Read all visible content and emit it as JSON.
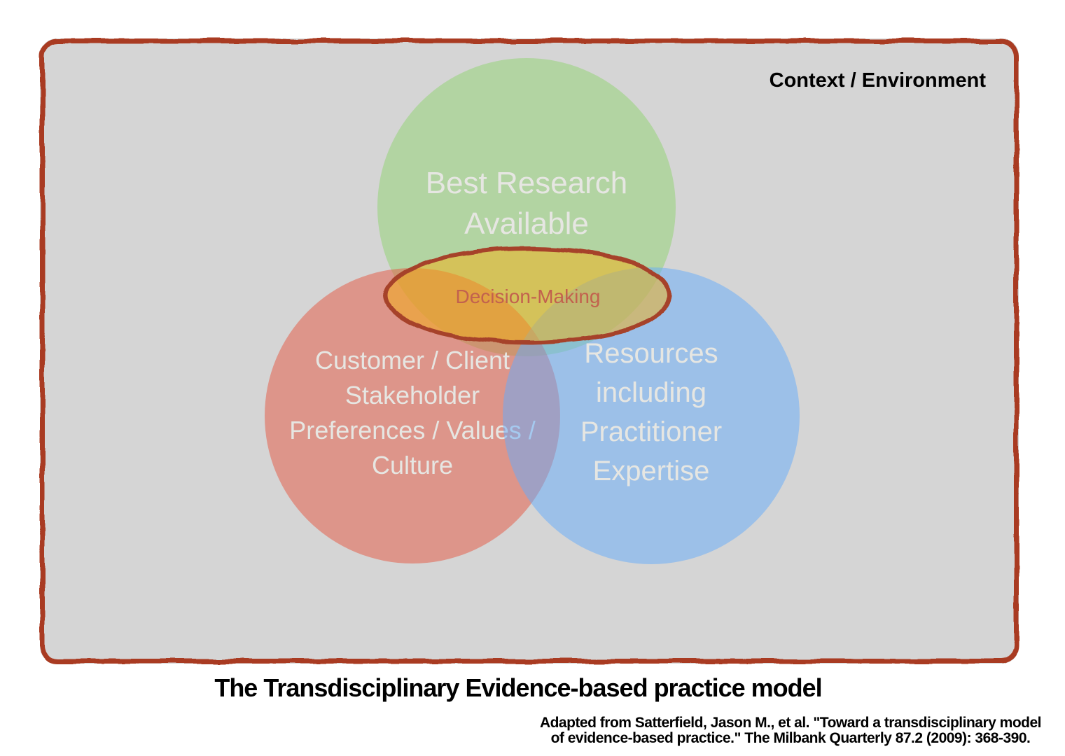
{
  "context_box": {
    "label": "Context / Environment",
    "fill_color": "#d5d5d5",
    "border_color": "#a93a20"
  },
  "venn": {
    "circles": [
      {
        "id": "best-research",
        "label_lines": [
          "Best Research",
          "Available"
        ],
        "color": "#8fd36f"
      },
      {
        "id": "customer-client",
        "label_lines": [
          "Customer / Client",
          "Stakeholder",
          "Preferences / Values /",
          "Culture"
        ],
        "color": "#e5553f"
      },
      {
        "id": "resources",
        "label_lines": [
          "Resources",
          "including",
          "Practitioner",
          "Expertise"
        ],
        "color": "#63abfb"
      }
    ],
    "intersection": {
      "label": "Decision-Making",
      "fill_color": "#f6b012",
      "border_color": "#a6422b",
      "text_color": "#c2614e"
    }
  },
  "title": "The Transdisciplinary Evidence-based practice model",
  "citation": {
    "line1": "Adapted from Satterfield, Jason M., et al. \"Toward a transdisciplinary model",
    "line2": "of evidence-based practice.\" The Milbank Quarterly 87.2 (2009): 368-390."
  }
}
